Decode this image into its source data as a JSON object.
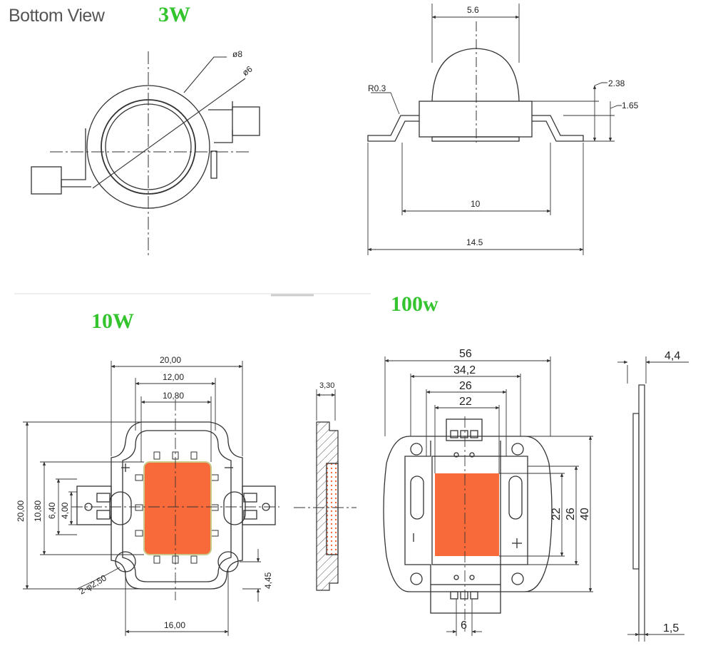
{
  "labels": {
    "bottom_view": "Bottom View",
    "w3": "3W",
    "w10": "10W",
    "w100": "100w"
  },
  "dims_3w": {
    "d8": "ø8",
    "d6": "ø6",
    "lens": "5.6",
    "r": "R0.3",
    "h1": "2.38",
    "h2": "1.65",
    "w10": "10",
    "w145": "14.5"
  },
  "dims_10w": {
    "top1": "20,00",
    "top2": "12,00",
    "top3": "10,80",
    "left1": "20,00",
    "left2": "10,80",
    "left3": "6,40",
    "left4": "4,00",
    "holes": "2-φ2,50",
    "right": "4,45",
    "bottom": "16,00",
    "side": "3,30"
  },
  "dims_100w": {
    "top1": "56",
    "top2": "34,2",
    "top3": "26",
    "top4": "22",
    "r1": "22",
    "r2": "26",
    "r3": "40",
    "bottom": "6",
    "side_top": "4,4",
    "side_bottom": "1,5"
  },
  "colors": {
    "chip": "#f96a3a",
    "title_green": "#33c42e",
    "line": "#333333"
  }
}
